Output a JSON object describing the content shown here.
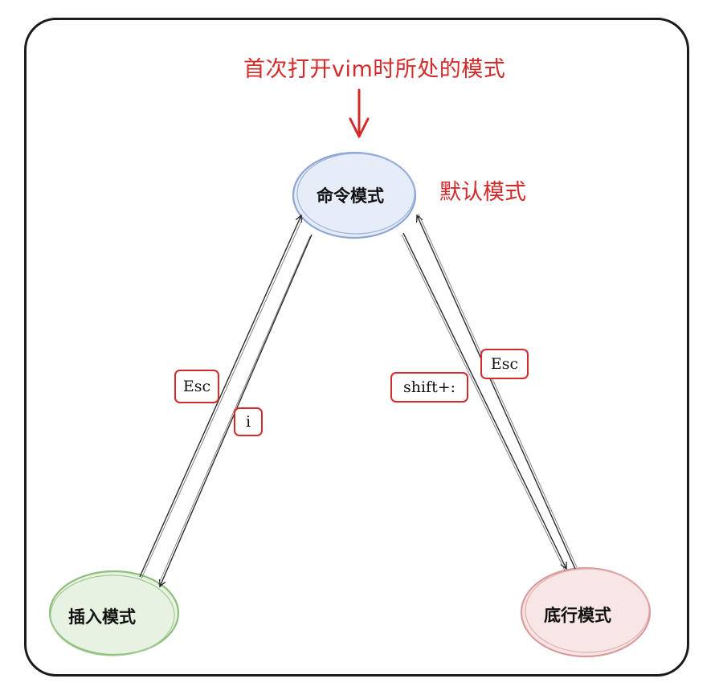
{
  "annotations": {
    "top_note": "首次打开vim时所处的模式",
    "default_note": "默认模式"
  },
  "nodes": {
    "command_mode": "命令模式",
    "insert_mode": "插入模式",
    "last_line_mode": "底行模式"
  },
  "edges": {
    "insert_to_command_key": "Esc",
    "command_to_insert_key": "i",
    "command_to_lastline_key": "shift+:",
    "lastline_to_command_key": "Esc"
  },
  "colors": {
    "annotation_red": "#d42a2a",
    "command_fill": "#e6edf8",
    "command_stroke": "#8ea6d4",
    "insert_fill": "#e8f2e2",
    "insert_stroke": "#8fbf7d",
    "lastline_fill": "#f8e6e6",
    "lastline_stroke": "#d99a9a"
  }
}
